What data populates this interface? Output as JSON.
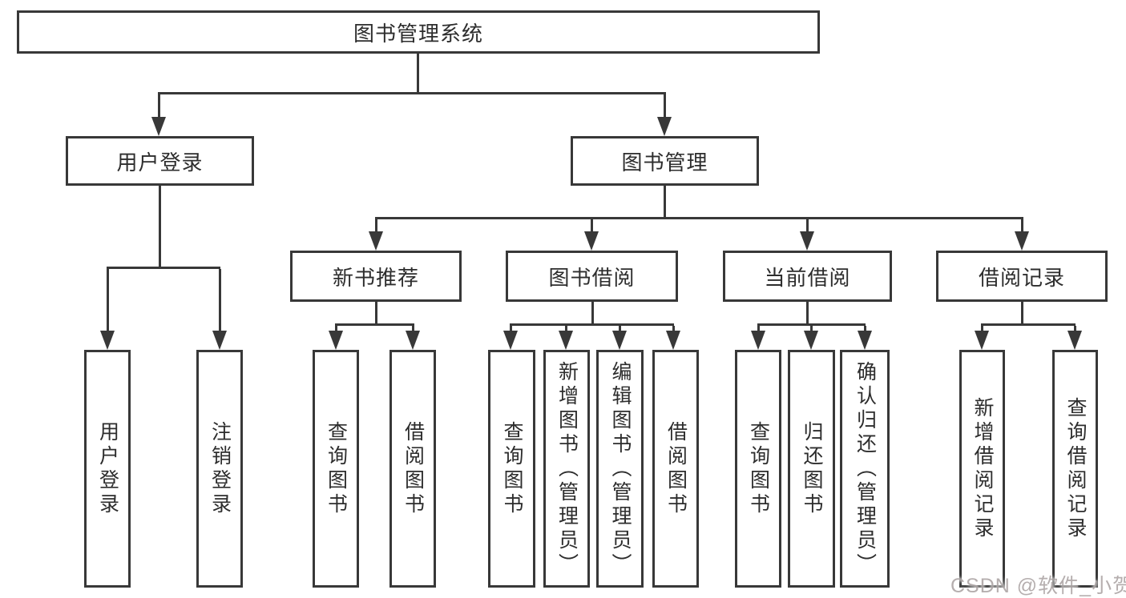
{
  "root": {
    "label": "图书管理系统"
  },
  "branches": {
    "user": {
      "label": "用户登录",
      "leaves": [
        "用户登录",
        "注销登录"
      ]
    },
    "mgmt": {
      "label": "图书管理",
      "groups": [
        {
          "label": "新书推荐",
          "leaves": [
            "查询图书",
            "借阅图书"
          ]
        },
        {
          "label": "图书借阅",
          "leaves": [
            "查询图书",
            "新增图书（管理员）",
            "编辑图书（管理员）",
            "借阅图书"
          ]
        },
        {
          "label": "当前借阅",
          "leaves": [
            "查询图书",
            "归还图书",
            "确认归还（管理员）"
          ]
        },
        {
          "label": "借阅记录",
          "leaves": [
            "新增借阅记录",
            "查询借阅记录"
          ]
        }
      ]
    }
  },
  "watermark": "CSDN @软件_小贺同学",
  "colors": {
    "line": "#383838",
    "text": "#2d2d2d",
    "background": "#ffffff",
    "watermark": "#afa8a8"
  }
}
